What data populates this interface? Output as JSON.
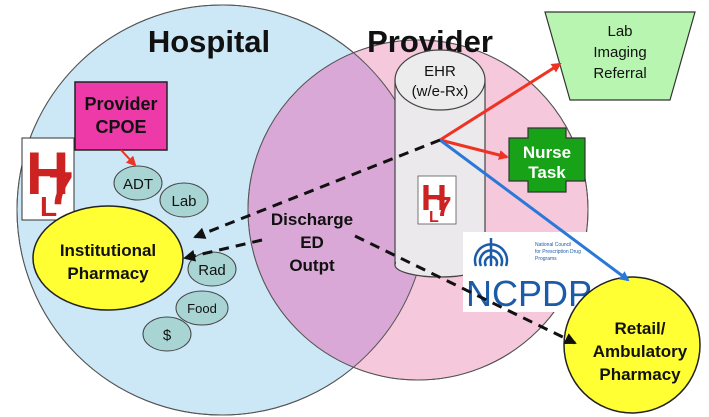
{
  "regions": {
    "hospital": {
      "label": "Hospital",
      "color": "#cce8f6"
    },
    "provider": {
      "label": "Provider",
      "color": "#f5c8dc"
    },
    "overlap_color": "#d9a8d6"
  },
  "ehr": {
    "line1": "EHR",
    "line2": "(w/e-Rx)"
  },
  "overlap": {
    "line1": "Discharge",
    "line2": "ED",
    "line3": "Outpt"
  },
  "provider_cpoe": {
    "line1": "Provider",
    "line2": "CPOE",
    "color": "#ee3aa8"
  },
  "hospital_systems": [
    "ADT",
    "Lab",
    "Rad",
    "Food",
    "$"
  ],
  "institutional_pharmacy": {
    "line1": "Institutional",
    "line2": "Pharmacy",
    "color": "#ffff33"
  },
  "lab_referral": {
    "line1": "Lab",
    "line2": "Imaging",
    "line3": "Referral",
    "color": "#b8f5b0"
  },
  "nurse_task": {
    "line1": "Nurse",
    "line2": "Task",
    "color": "#18a218"
  },
  "retail_pharmacy": {
    "line1": "Retail/",
    "line2": "Ambulatory",
    "line3": "Pharmacy",
    "color": "#ffff33"
  },
  "ncpdp": {
    "name": "NCPDP",
    "tagline1": "National Council",
    "tagline2": "for Prescription Drug",
    "tagline3": "Programs",
    "color": "#1a5ca8"
  },
  "hl7_logo": {
    "h": "H",
    "l": "L",
    "seven": "7",
    "color": "#cc2222"
  },
  "colors": {
    "red_arrow": "#ee3322",
    "blue_arrow": "#2a78d8",
    "dashed_arrow": "#111111"
  }
}
